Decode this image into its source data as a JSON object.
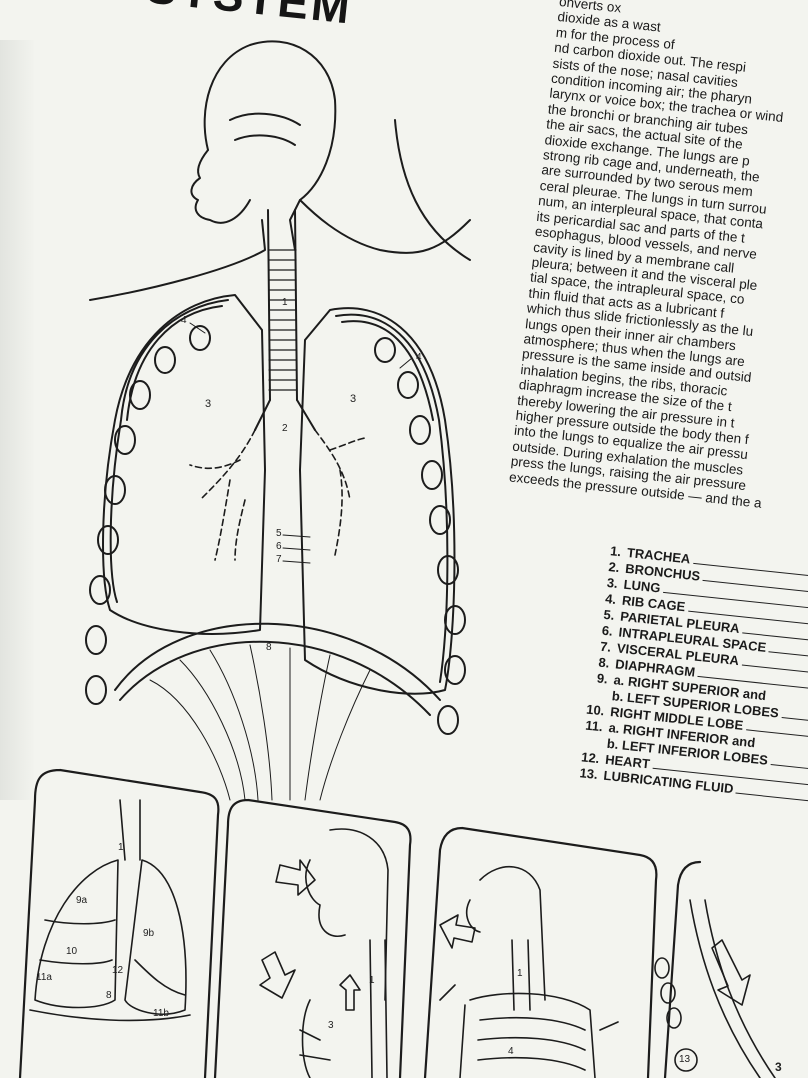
{
  "header": {
    "title": "SYSTEM"
  },
  "paragraph": [
    "onverts ox",
    "dioxide as a wast",
    "m for the process of",
    "nd carbon dioxide out. The respi",
    "sists of the nose; nasal cavities",
    "condition incoming air; the pharyn",
    "larynx or voice box; the trachea or wind",
    "the bronchi or branching air tubes",
    "the air sacs, the actual site of the",
    "dioxide exchange. The lungs are p",
    "strong rib cage and, underneath, the",
    "are surrounded by two serous mem",
    "ceral pleurae. The lungs in turn surrou",
    "num, an interpleural space, that conta",
    "its pericardial sac and parts of the t",
    "esophagus, blood vessels, and nerve",
    "cavity is lined by a membrane call",
    "pleura; between it and the visceral ple",
    "tial space, the intrapleural space, co",
    "thin fluid that acts as a lubricant f",
    "which thus slide frictionlessly as the lu",
    "lungs open their inner air chambers",
    "atmosphere; thus when the lungs are",
    "pressure is the same inside and outsid",
    "inhalation begins, the ribs, thoracic",
    "diaphragm increase the size of the t",
    "thereby lowering the air pressure in t",
    "higher pressure outside the body then f",
    "into the lungs to equalize the air pressu",
    "outside. During exhalation the muscles",
    "press the lungs, raising the air pressure",
    "exceeds the pressure outside — and the a"
  ],
  "legend": [
    {
      "num": "1.",
      "text": "TRACHEA"
    },
    {
      "num": "2.",
      "text": "BRONCHUS"
    },
    {
      "num": "3.",
      "text": "LUNG"
    },
    {
      "num": "4.",
      "text": "RIB CAGE"
    },
    {
      "num": "5.",
      "text": "PARIETAL PLEURA"
    },
    {
      "num": "6.",
      "text": "INTRAPLEURAL SPACE"
    },
    {
      "num": "7.",
      "text": "VISCERAL PLEURA"
    },
    {
      "num": "8.",
      "text": "DIAPHRAGM"
    },
    {
      "num": "9.",
      "text": "a. RIGHT SUPERIOR and"
    },
    {
      "num": "",
      "text": "b. LEFT SUPERIOR LOBES"
    },
    {
      "num": "10.",
      "text": "RIGHT MIDDLE LOBE"
    },
    {
      "num": "11.",
      "text": "a. RIGHT INFERIOR and"
    },
    {
      "num": "",
      "text": "b. LEFT INFERIOR LOBES"
    },
    {
      "num": "12.",
      "text": "HEART"
    },
    {
      "num": "13.",
      "text": "LUBRICATING FLUID"
    }
  ],
  "diagram_labels": {
    "trachea": "1",
    "bronchus": "2",
    "lung_left": "3",
    "lung_right": "3",
    "ribs_left": "4",
    "ribs_right": "4",
    "parietal": "5",
    "intrapleural": "6",
    "visceral": "7",
    "diaphragm": "8",
    "p1_trachea": "1",
    "p1_9a": "9a",
    "p1_9b": "9b",
    "p1_10": "10",
    "p1_11a": "11a",
    "p1_11b": "11b",
    "p1_12": "12",
    "p1_8": "8",
    "p2_3": "3",
    "p2_1": "1",
    "p3_1": "1",
    "p3_4": "4",
    "p4_13": "13"
  },
  "page_number": "3",
  "colors": {
    "ink": "#1a1a1a",
    "paper": "#f3f4ef"
  }
}
